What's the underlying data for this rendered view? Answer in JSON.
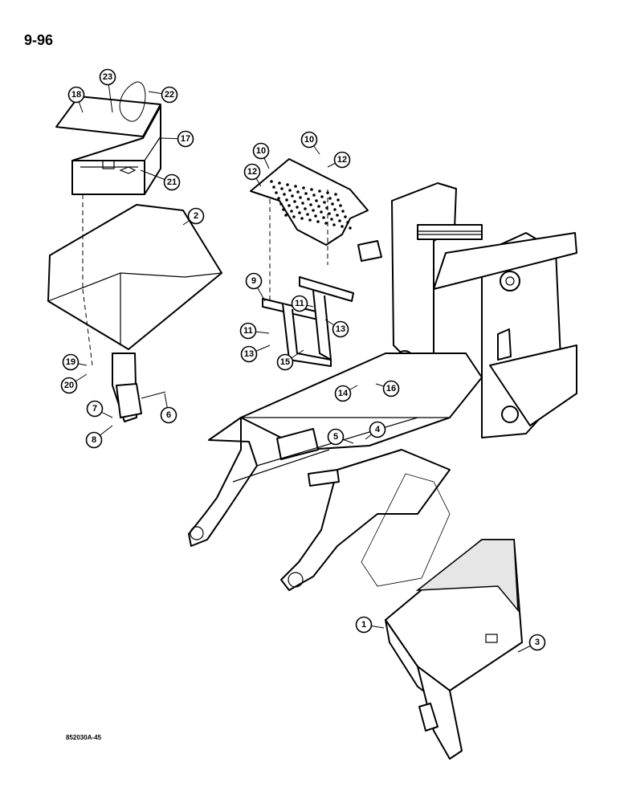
{
  "page_label": "9-96",
  "figure_code": "852030A-45",
  "callouts": [
    {
      "n": "1"
    },
    {
      "n": "2"
    },
    {
      "n": "3"
    },
    {
      "n": "4"
    },
    {
      "n": "5"
    },
    {
      "n": "6"
    },
    {
      "n": "7"
    },
    {
      "n": "8"
    },
    {
      "n": "9"
    },
    {
      "n": "10"
    },
    {
      "n": "10"
    },
    {
      "n": "11"
    },
    {
      "n": "11"
    },
    {
      "n": "12"
    },
    {
      "n": "12"
    },
    {
      "n": "13"
    },
    {
      "n": "13"
    },
    {
      "n": "14"
    },
    {
      "n": "15"
    },
    {
      "n": "16"
    },
    {
      "n": "17"
    },
    {
      "n": "18"
    },
    {
      "n": "19"
    },
    {
      "n": "20"
    },
    {
      "n": "21"
    },
    {
      "n": "22"
    },
    {
      "n": "23"
    }
  ]
}
